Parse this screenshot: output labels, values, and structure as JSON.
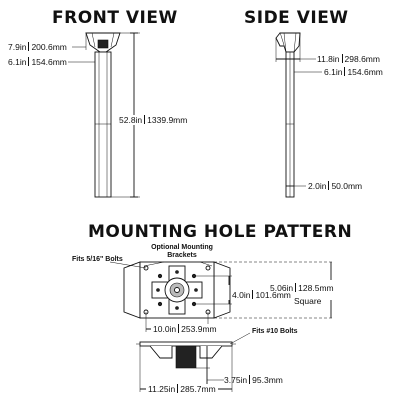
{
  "titles": {
    "front": "FRONT VIEW",
    "side": "SIDE VIEW",
    "mounting": "MOUNTING HOLE PATTERN"
  },
  "front_view": {
    "top_width": {
      "imperial": "7.9in",
      "metric": "200.6mm"
    },
    "mid_width": {
      "imperial": "6.1in",
      "metric": "154.6mm"
    },
    "height": {
      "imperial": "52.8in",
      "metric": "1339.9mm"
    }
  },
  "side_view": {
    "top_width": {
      "imperial": "11.8in",
      "metric": "298.6mm"
    },
    "mid_width": {
      "imperial": "6.1in",
      "metric": "154.6mm"
    },
    "base_width": {
      "imperial": "2.0in",
      "metric": "50.0mm"
    }
  },
  "mounting": {
    "bolts_left": "Fits 5/16\" Bolts",
    "brackets_note_line1": "Optional Mounting",
    "brackets_note_line2": "Brackets",
    "inner_square": {
      "imperial": "4.0in",
      "metric": "101.6mm"
    },
    "outer_square": {
      "imperial": "5.06in",
      "metric": "128.5mm"
    },
    "square_label": "Square",
    "plate_width": {
      "imperial": "10.0in",
      "metric": "253.9mm"
    },
    "bolts_bottom": "Fits #10 Bolts",
    "base_width": {
      "imperial": "11.25in",
      "metric": "285.7mm"
    },
    "base_height": {
      "imperial": "3.75in",
      "metric": "95.3mm"
    }
  }
}
